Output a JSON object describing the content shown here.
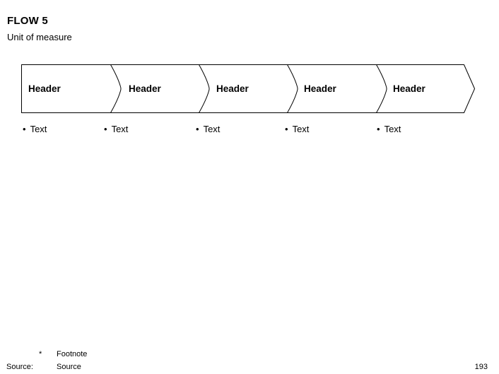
{
  "slide": {
    "title": "FLOW 5",
    "subtitle": "Unit of measure",
    "page_number": "193"
  },
  "band": {
    "segments": [
      {
        "header": "Header",
        "bullet": "•",
        "text": "Text"
      },
      {
        "header": "Header",
        "bullet": "•",
        "text": "Text"
      },
      {
        "header": "Header",
        "bullet": "•",
        "text": "Text"
      },
      {
        "header": "Header",
        "bullet": "•",
        "text": "Text"
      },
      {
        "header": "Header",
        "bullet": "•",
        "text": "Text"
      }
    ]
  },
  "footer": {
    "footnote_marker": "*",
    "footnote_text": "Footnote",
    "source_label": "Source:",
    "source_text": "Source"
  },
  "colors": {
    "background": "#ffffff",
    "text": "#000000",
    "line": "#000000"
  }
}
